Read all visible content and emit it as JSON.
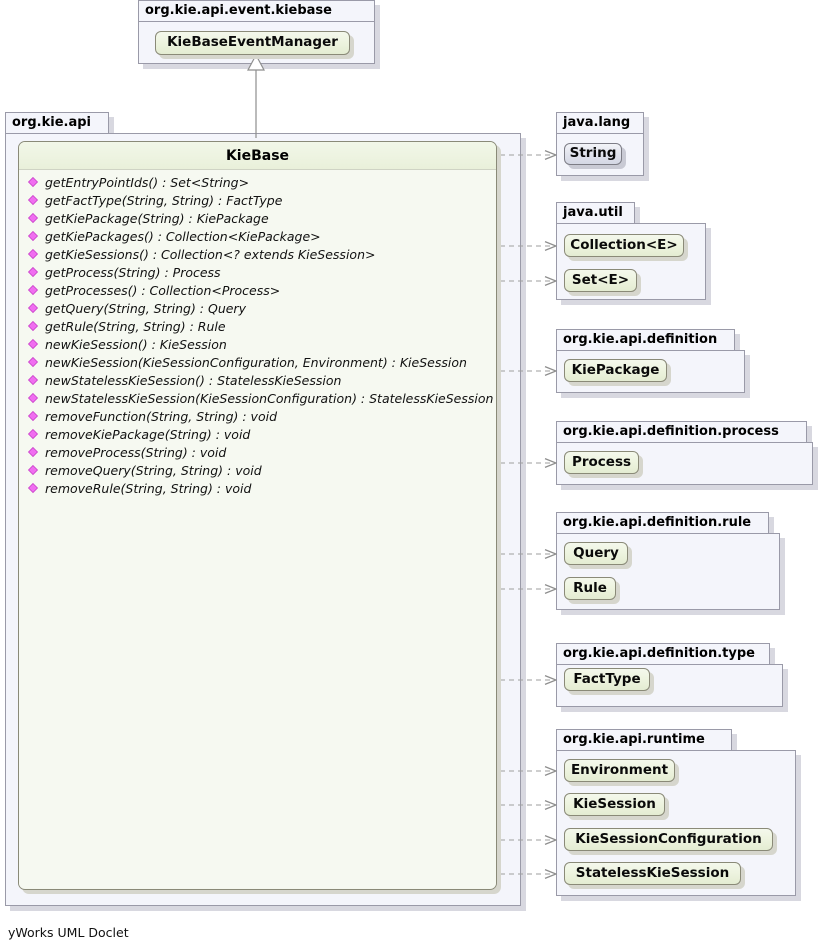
{
  "diagram": {
    "type": "uml-class-diagram",
    "footer": "yWorks UML Doclet",
    "colors": {
      "interface_fill_top": "#f4f8ec",
      "interface_fill_bottom": "#e4ecd2",
      "class_fill_top": "#f3f4f8",
      "class_fill_bottom": "#d4d7e4",
      "package_fill": "#f4f5fb",
      "border": "#8a8a78",
      "package_border": "#9a9aa8",
      "connector": "#9a9a9a",
      "member_icon": "#f06ef0"
    }
  },
  "packages": [
    {
      "name": "org.kie.api.event.kiebase",
      "types": [
        {
          "name": "KieBaseEventManager",
          "kind": "interface"
        }
      ]
    },
    {
      "name": "org.kie.api",
      "types": [
        {
          "name": "KieBase",
          "kind": "interface"
        }
      ]
    },
    {
      "name": "java.lang",
      "types": [
        {
          "name": "String",
          "kind": "class"
        }
      ]
    },
    {
      "name": "java.util",
      "types": [
        {
          "name": "Collection<E>",
          "kind": "interface"
        },
        {
          "name": "Set<E>",
          "kind": "interface"
        }
      ]
    },
    {
      "name": "org.kie.api.definition",
      "types": [
        {
          "name": "KiePackage",
          "kind": "interface"
        }
      ]
    },
    {
      "name": "org.kie.api.definition.process",
      "types": [
        {
          "name": "Process",
          "kind": "interface"
        }
      ]
    },
    {
      "name": "org.kie.api.definition.rule",
      "types": [
        {
          "name": "Query",
          "kind": "interface"
        },
        {
          "name": "Rule",
          "kind": "interface"
        }
      ]
    },
    {
      "name": "org.kie.api.definition.type",
      "types": [
        {
          "name": "FactType",
          "kind": "interface"
        }
      ]
    },
    {
      "name": "org.kie.api.runtime",
      "types": [
        {
          "name": "Environment",
          "kind": "interface"
        },
        {
          "name": "KieSession",
          "kind": "interface"
        },
        {
          "name": "KieSessionConfiguration",
          "kind": "interface"
        },
        {
          "name": "StatelessKieSession",
          "kind": "interface"
        }
      ]
    }
  ],
  "main_class": {
    "title": "KieBase",
    "kind": "interface",
    "members": [
      {
        "icon": "method-icon",
        "label": "getEntryPointIds() : Set<String>"
      },
      {
        "icon": "method-icon",
        "label": "getFactType(String, String) : FactType"
      },
      {
        "icon": "method-icon",
        "label": "getKiePackage(String) : KiePackage"
      },
      {
        "icon": "method-icon",
        "label": "getKiePackages() : Collection<KiePackage>"
      },
      {
        "icon": "method-icon",
        "label": "getKieSessions() : Collection<? extends KieSession>"
      },
      {
        "icon": "method-icon",
        "label": "getProcess(String) : Process"
      },
      {
        "icon": "method-icon",
        "label": "getProcesses() : Collection<Process>"
      },
      {
        "icon": "method-icon",
        "label": "getQuery(String, String) : Query"
      },
      {
        "icon": "method-icon",
        "label": "getRule(String, String) : Rule"
      },
      {
        "icon": "method-icon",
        "label": "newKieSession() : KieSession"
      },
      {
        "icon": "method-icon",
        "label": "newKieSession(KieSessionConfiguration, Environment) : KieSession"
      },
      {
        "icon": "method-icon",
        "label": "newStatelessKieSession() : StatelessKieSession"
      },
      {
        "icon": "method-icon",
        "label": "newStatelessKieSession(KieSessionConfiguration) : StatelessKieSession"
      },
      {
        "icon": "method-icon",
        "label": "removeFunction(String, String) : void"
      },
      {
        "icon": "method-icon",
        "label": "removeKiePackage(String) : void"
      },
      {
        "icon": "method-icon",
        "label": "removeProcess(String) : void"
      },
      {
        "icon": "method-icon",
        "label": "removeQuery(String, String) : void"
      },
      {
        "icon": "method-icon",
        "label": "removeRule(String, String) : void"
      }
    ]
  },
  "relations": {
    "generalization": {
      "from": "KieBase",
      "to": "KieBaseEventManager"
    },
    "dependencies": [
      {
        "from": "KieBase",
        "to": "String"
      },
      {
        "from": "KieBase",
        "to": "Collection<E>"
      },
      {
        "from": "KieBase",
        "to": "Set<E>"
      },
      {
        "from": "KieBase",
        "to": "KiePackage"
      },
      {
        "from": "KieBase",
        "to": "Process"
      },
      {
        "from": "KieBase",
        "to": "Query"
      },
      {
        "from": "KieBase",
        "to": "Rule"
      },
      {
        "from": "KieBase",
        "to": "FactType"
      },
      {
        "from": "KieBase",
        "to": "Environment"
      },
      {
        "from": "KieBase",
        "to": "KieSession"
      },
      {
        "from": "KieBase",
        "to": "KieSessionConfiguration"
      },
      {
        "from": "KieBase",
        "to": "StatelessKieSession"
      }
    ]
  }
}
